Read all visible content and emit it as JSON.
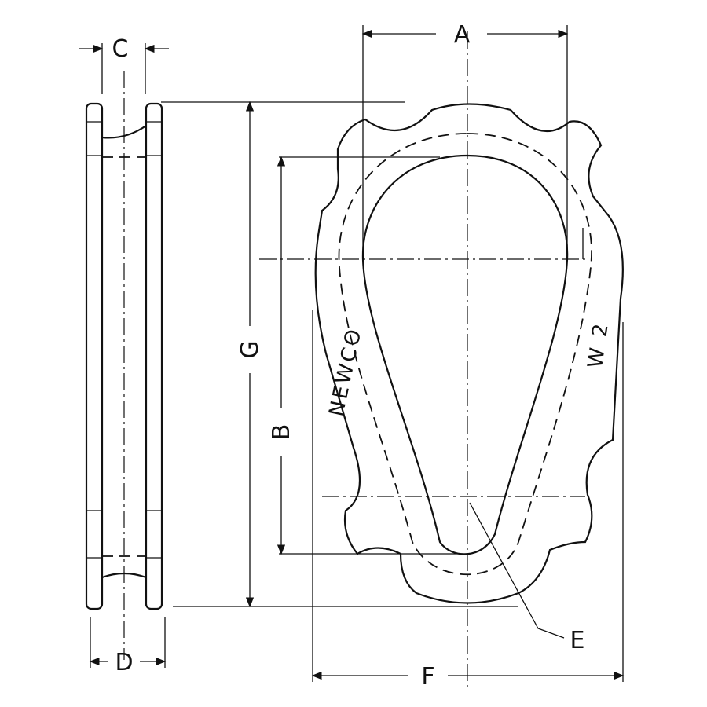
{
  "drawing": {
    "dimension_labels": {
      "a": "A",
      "b": "B",
      "c": "C",
      "d": "D",
      "e": "E",
      "f": "F",
      "g": "G"
    },
    "casting_marks": {
      "left": "NEWCO",
      "right": "W 2"
    },
    "line_color": "#111111",
    "background": "#ffffff"
  }
}
